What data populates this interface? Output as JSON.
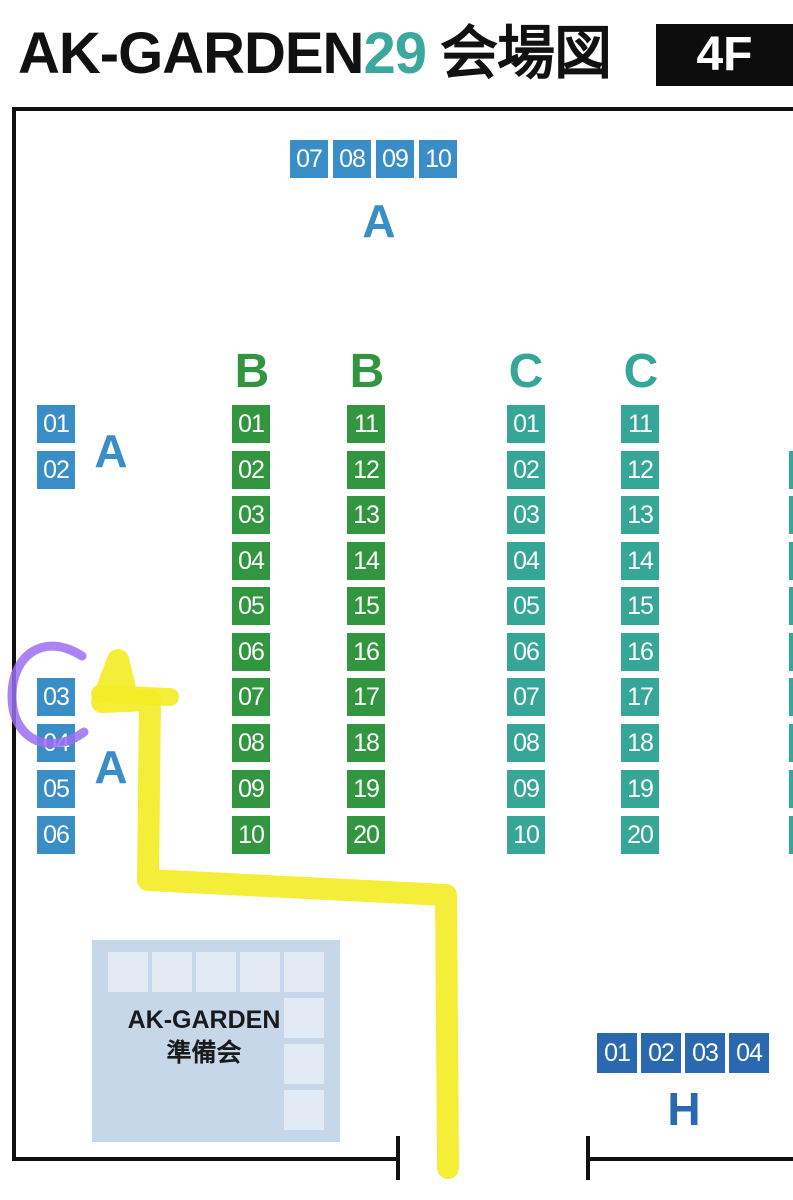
{
  "header": {
    "title_prefix": "AK-GARDEN",
    "title_number": "29",
    "title_suffix": "会場図",
    "floor": "4F"
  },
  "zones": {
    "a_top": {
      "label": "A",
      "booths": [
        "07",
        "08",
        "09",
        "10"
      ]
    },
    "a_left_top": {
      "label": "A",
      "booths": [
        "01",
        "02"
      ]
    },
    "a_left_bottom": {
      "label": "A",
      "booths": [
        "03",
        "04",
        "05",
        "06"
      ]
    },
    "b1": {
      "label": "B",
      "booths": [
        "01",
        "02",
        "03",
        "04",
        "05",
        "06",
        "07",
        "08",
        "09",
        "10"
      ]
    },
    "b2": {
      "label": "B",
      "booths": [
        "11",
        "12",
        "13",
        "14",
        "15",
        "16",
        "17",
        "18",
        "19",
        "20"
      ]
    },
    "c1": {
      "label": "C",
      "booths": [
        "01",
        "02",
        "03",
        "04",
        "05",
        "06",
        "07",
        "08",
        "09",
        "10"
      ]
    },
    "c2": {
      "label": "C",
      "booths": [
        "11",
        "12",
        "13",
        "14",
        "15",
        "16",
        "17",
        "18",
        "19",
        "20"
      ]
    },
    "h": {
      "label": "H",
      "booths": [
        "01",
        "02",
        "03",
        "04"
      ]
    }
  },
  "prep_room": {
    "line1": "AK-GARDEN",
    "line2": "準備会"
  },
  "colors": {
    "zone_a": "#3a8ec7",
    "zone_b": "#329641",
    "zone_c": "#36a697",
    "zone_h": "#2a68b0",
    "route_highlight": "#f4ec24",
    "circle_highlight": "#9b6ff0"
  }
}
